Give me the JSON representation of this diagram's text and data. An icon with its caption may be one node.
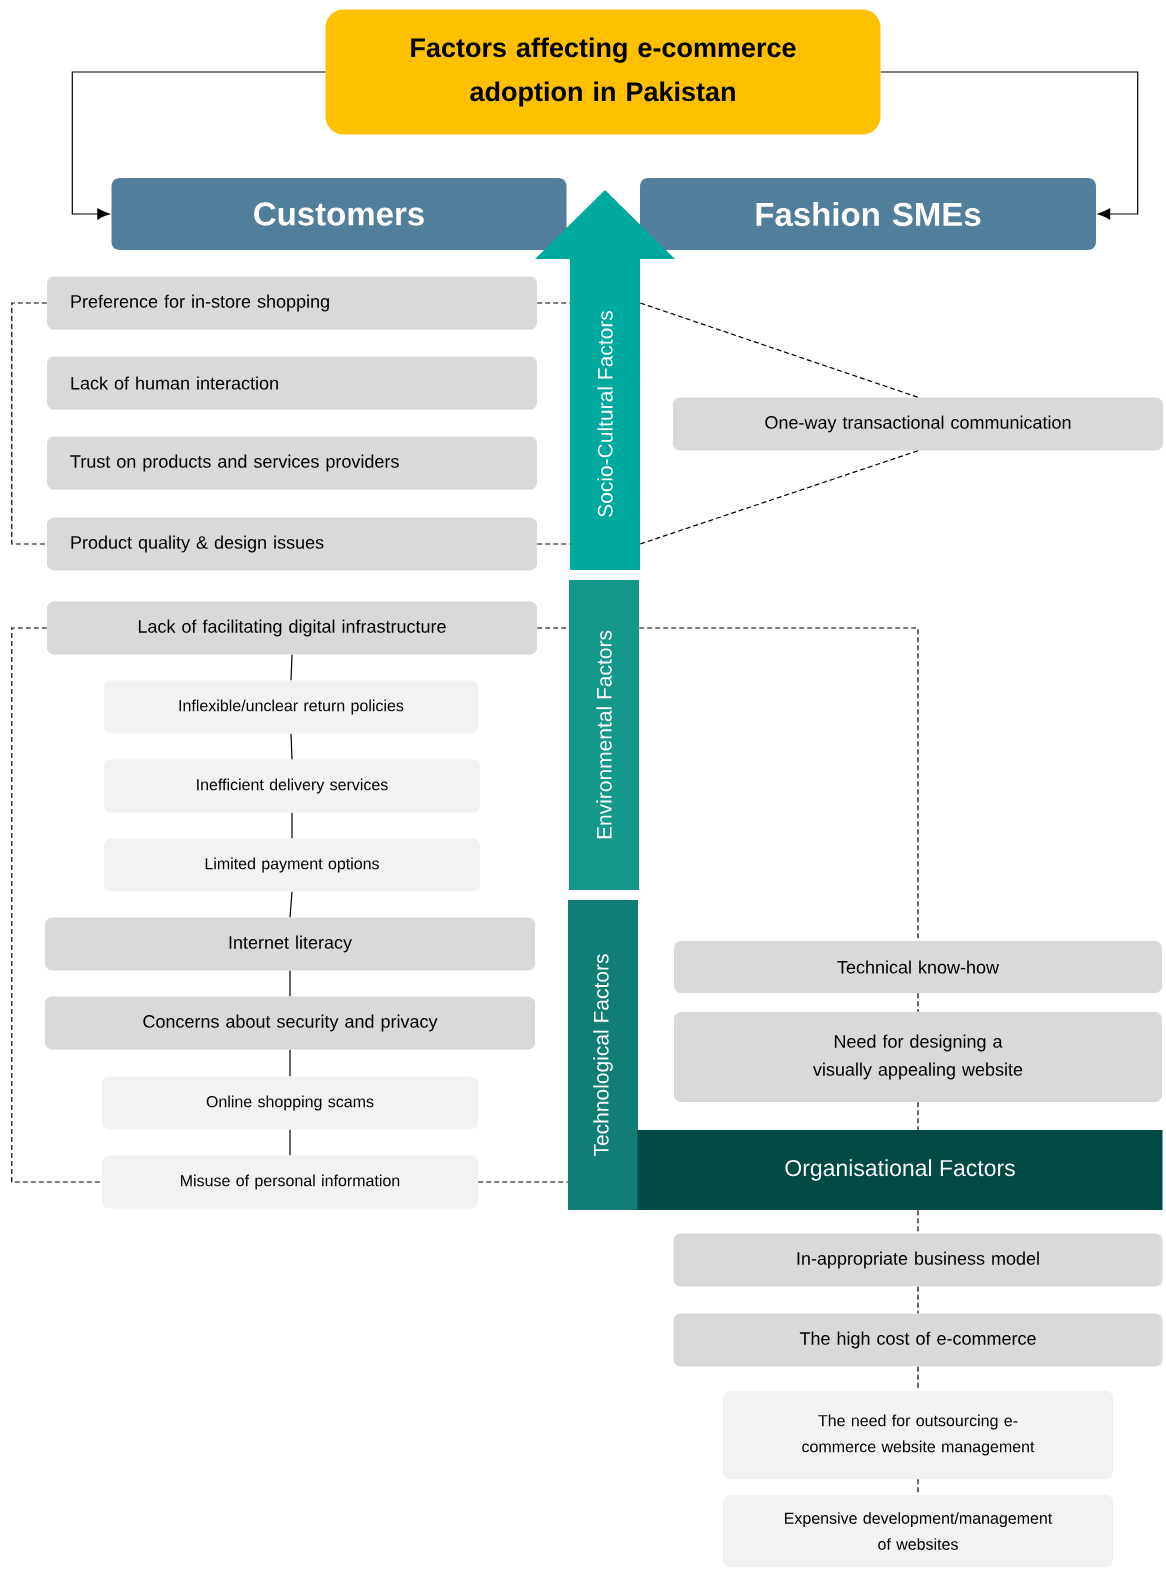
{
  "diagram": {
    "nodes": [
      {
        "text": [
          "Factors affecting e-commerce adoption in Pakistan"
        ]
      },
      {
        "text": [
          "Customers"
        ]
      },
      {
        "text": [
          "Fashion SMEs"
        ]
      },
      {
        "text": [
          "Socio-Cultural Factors"
        ]
      },
      {
        "text": [
          "Preference for in-store shopping"
        ]
      },
      {
        "text": [
          "Lack of human interaction"
        ]
      },
      {
        "text": [
          "Trust on products and services providers"
        ]
      },
      {
        "text": [
          "Product quality & design issues"
        ]
      },
      {
        "text": [
          "One-way transactional communication"
        ]
      },
      {
        "text": [
          "Environmental Factors"
        ]
      },
      {
        "text": [
          "Lack of facilitating digital infrastructure"
        ]
      },
      {
        "text": [
          "Inflexible/unclear return policies"
        ]
      },
      {
        "text": [
          "Inefficient delivery services"
        ]
      },
      {
        "text": [
          "Limited payment options"
        ]
      },
      {
        "text": [
          "Internet literacy"
        ]
      },
      {
        "text": [
          "Concerns about security and privacy"
        ]
      },
      {
        "text": [
          "Online shopping scams"
        ]
      },
      {
        "text": [
          "Misuse of personal information"
        ]
      },
      {
        "text": [
          "Technological Factors"
        ]
      },
      {
        "text": [
          "Technical know-how"
        ]
      },
      {
        "text": [
          "Need for designing a visually appealing website"
        ]
      },
      {
        "text": [
          "Organisational Factors"
        ]
      },
      {
        "text": [
          "In-appropriate business model"
        ]
      },
      {
        "text": [
          "The high cost of e-commerce"
        ]
      },
      {
        "text": [
          "The need for outsourcing e-commerce website management"
        ]
      },
      {
        "text": [
          "Expensive development/management of websites"
        ]
      }
    ],
    "edges": [
      {
        "from": 0,
        "to": 1,
        "arrow": "to"
      },
      {
        "from": 0,
        "to": 2,
        "arrow": "to"
      },
      {
        "from": 4,
        "to": 3,
        "arrow": "none",
        "style": "dashed"
      },
      {
        "from": 4,
        "to": 7,
        "arrow": "none",
        "style": "dashed"
      },
      {
        "from": 7,
        "to": 3,
        "arrow": "none",
        "style": "dashed"
      },
      {
        "from": 3,
        "to": 8,
        "arrow": "none",
        "style": "dashed"
      },
      {
        "from": 3,
        "to": 8,
        "arrow": "none",
        "style": "dashed"
      },
      {
        "from": 10,
        "to": 9,
        "arrow": "none",
        "style": "dashed"
      },
      {
        "from": 10,
        "to": 17,
        "arrow": "none",
        "style": "dashed"
      },
      {
        "from": 17,
        "to": 18,
        "arrow": "none",
        "style": "dashed"
      },
      {
        "from": 9,
        "to": 19,
        "arrow": "none",
        "style": "dashed"
      },
      {
        "from": 10,
        "to": 11,
        "arrow": "none"
      },
      {
        "from": 11,
        "to": 12,
        "arrow": "none"
      },
      {
        "from": 12,
        "to": 13,
        "arrow": "none"
      },
      {
        "from": 13,
        "to": 14,
        "arrow": "none"
      },
      {
        "from": 14,
        "to": 15,
        "arrow": "none"
      },
      {
        "from": 15,
        "to": 16,
        "arrow": "none"
      },
      {
        "from": 16,
        "to": 17,
        "arrow": "none"
      },
      {
        "from": 19,
        "to": 20,
        "arrow": "none",
        "style": "dashed"
      },
      {
        "from": 20,
        "to": 21,
        "arrow": "none",
        "style": "dashed"
      },
      {
        "from": 21,
        "to": 22,
        "arrow": "none",
        "style": "dashed"
      },
      {
        "from": 22,
        "to": 23,
        "arrow": "none",
        "style": "dashed"
      },
      {
        "from": 23,
        "to": 24,
        "arrow": "none",
        "style": "dashed"
      },
      {
        "from": 24,
        "to": 25,
        "arrow": "none",
        "style": "dashed"
      }
    ]
  }
}
